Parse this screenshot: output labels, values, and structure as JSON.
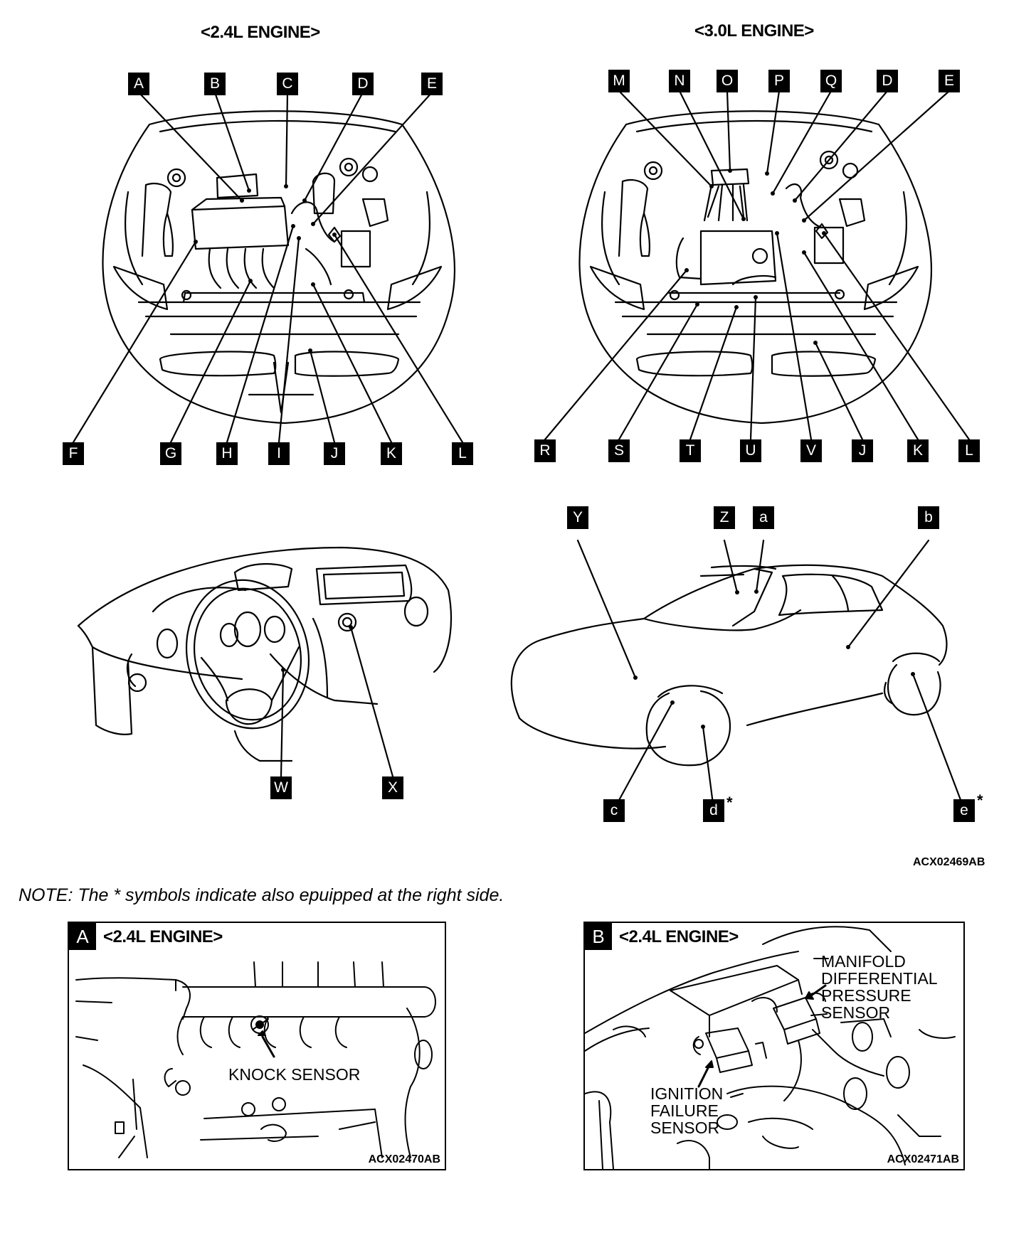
{
  "headings": {
    "engine_24": "<2.4L ENGINE>",
    "engine_30": "<3.0L ENGINE>"
  },
  "labels": {
    "A": "A",
    "B": "B",
    "C": "C",
    "D": "D",
    "E": "E",
    "F": "F",
    "G": "G",
    "H": "H",
    "I": "I",
    "J": "J",
    "K": "K",
    "L": "L",
    "M": "M",
    "N": "N",
    "O": "O",
    "P": "P",
    "Q": "Q",
    "D2": "D",
    "E2": "E",
    "R": "R",
    "S": "S",
    "T": "T",
    "U": "U",
    "V": "V",
    "J2": "J",
    "K2": "K",
    "L2": "L",
    "W": "W",
    "X": "X",
    "Y": "Y",
    "Z": "Z",
    "a": "a",
    "b": "b",
    "c": "c",
    "d": "d",
    "e": "e"
  },
  "star_symbol": "*",
  "figure_code_main": "ACX02469AB",
  "note": "NOTE: The  *  symbols indicate also epuipped at the right side.",
  "panel_a": {
    "letter": "A",
    "title": "<2.4L ENGINE>",
    "callout": "KNOCK SENSOR",
    "code": "ACX02470AB"
  },
  "panel_b": {
    "letter": "B",
    "title": "<2.4L ENGINE>",
    "callout_1": [
      "MANIFOLD",
      "DIFFERENTIAL",
      "PRESSURE",
      "SENSOR"
    ],
    "callout_2": [
      "IGNITION",
      "FAILURE",
      "SENSOR"
    ],
    "code": "ACX02471AB"
  }
}
